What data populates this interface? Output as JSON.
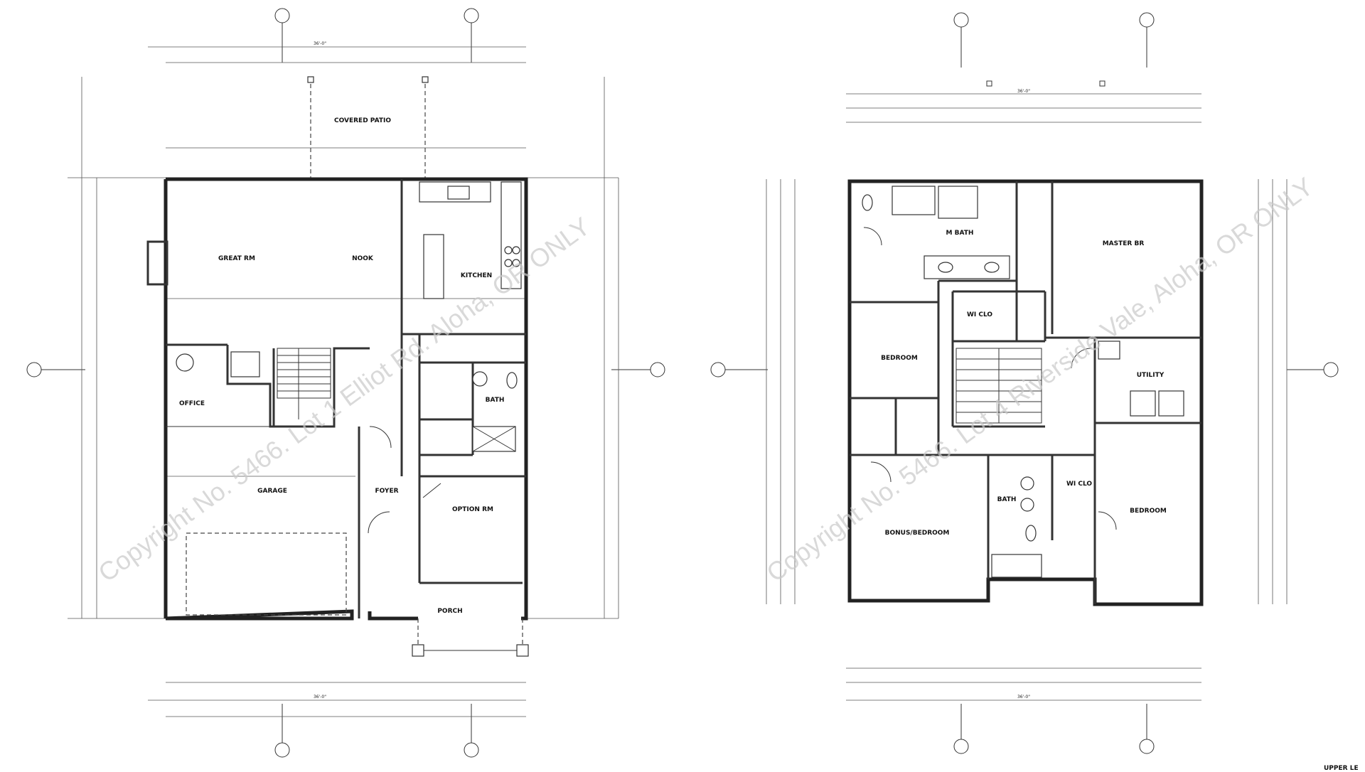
{
  "main_floor": {
    "rooms": {
      "covered_patio": "COVERED PATIO",
      "great_rm": "GREAT RM",
      "nook": "NOOK",
      "kitchen": "KITCHEN",
      "office": "OFFICE",
      "bath": "BATH",
      "garage": "GARAGE",
      "foyer": "FOYER",
      "option_rm": "OPTION RM",
      "porch": "PORCH"
    },
    "overall_dimension": "36'-0\""
  },
  "upper_floor": {
    "rooms": {
      "m_bath": "M BATH",
      "master_br": "MASTER BR",
      "wi_clo_master": "WI CLO",
      "bedroom_1": "BEDROOM",
      "utility": "UTILITY",
      "bonus_bedroom": "BONUS/BEDROOM",
      "bath": "BATH",
      "wi_clo": "WI CLO",
      "bedroom_2": "BEDROOM"
    },
    "overall_dimension": "36'-0\""
  },
  "watermark_left": "Copyright No. 5466. Lot 1 Elliot Rd. Aloha, OR ONLY",
  "watermark_right": "Copyright No. 5466. Lot 4 Riverside Vale, Aloha, OR ONLY",
  "sheet_title": "UPPER LE"
}
